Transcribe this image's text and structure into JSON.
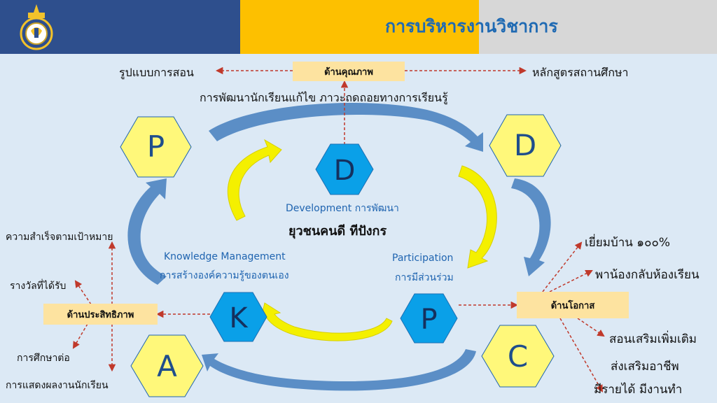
{
  "header": {
    "title": "การบริหารงานวิชาการ",
    "colors": {
      "navy": "#2e4f8d",
      "yellow": "#fdc000",
      "gray": "#d7d7d7"
    }
  },
  "center": {
    "letter": "D",
    "caption_en": "Development",
    "caption_th": "การพัฒนา",
    "motto": "ยุวชนคนดี ทีปังกร"
  },
  "knowledge": {
    "letter": "K",
    "caption_en": "Knowledge Management",
    "caption_th": "การสร้างองค์ความรู้ของตนเอง"
  },
  "participation": {
    "letter": "P",
    "caption_en": "Participation",
    "caption_th": "การมีส่วนร่วม"
  },
  "pdca": {
    "p": "P",
    "d": "D",
    "c": "C",
    "a": "A"
  },
  "quality": {
    "box": "ด้านคุณภาพ",
    "left": "รูปแบบการสอน",
    "right": "หลักสูตรสถานศึกษา",
    "focus": "การพัฒนานักเรียนแก้ไข ภาวะถดถอยทางการเรียนรู้"
  },
  "efficiency": {
    "box": "ด้านประสิทธิภาพ",
    "items": [
      "ความสำเร็จตามเป้าหมาย",
      "รางวัลที่ได้รับ",
      "การศึกษาต่อ",
      "การแสดงผลงานนักเรียน"
    ]
  },
  "opportunity": {
    "box": "ด้านโอกาส",
    "items": [
      "เยี่ยมบ้าน ๑๐๐%",
      "พาน้องกลับห้องเรียน",
      "สอนเสริมเพิ่มเติม",
      "ส่งเสริมอาชีพ",
      "มีรายได้ มีงานทำ"
    ]
  },
  "icons": {
    "logo": "school-emblem-icon"
  }
}
